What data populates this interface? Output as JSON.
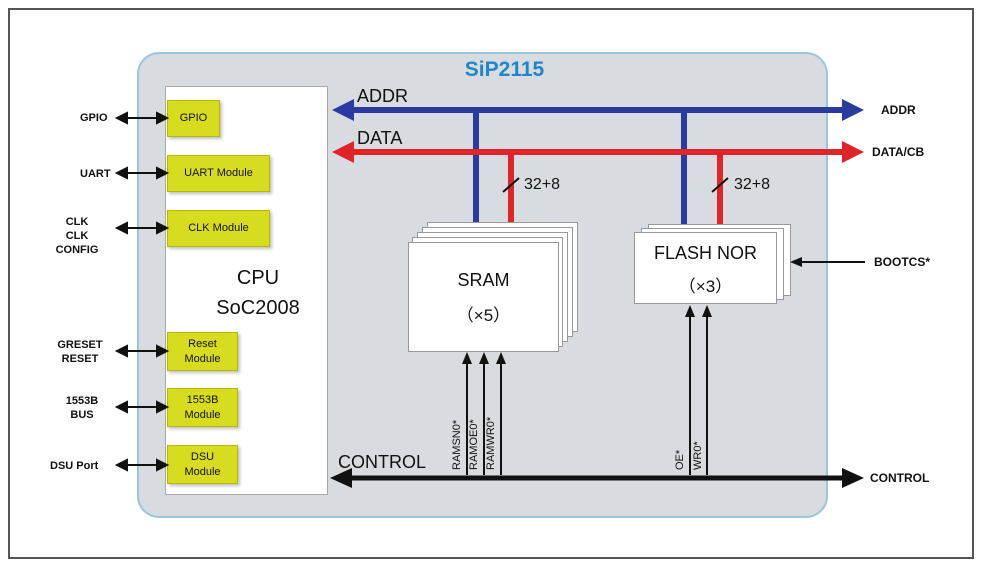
{
  "title": "SiP2115",
  "cpu": {
    "line1": "CPU",
    "line2": "SoC2008"
  },
  "modules": {
    "gpio": "GPIO",
    "uart": "UART Module",
    "clk": "CLK Module",
    "reset_1": "Reset",
    "reset_2": "Module",
    "b1553_1": "1553B",
    "b1553_2": "Module",
    "dsu_1": "DSU",
    "dsu_2": "Module"
  },
  "external_left": {
    "gpio": "GPIO",
    "uart": "UART",
    "clk_1": "CLK",
    "clk_2": "CLK CONFIG",
    "greset_1": "GRESET",
    "greset_2": "RESET",
    "bus_1": "1553B",
    "bus_2": "BUS",
    "dsu": "DSU Port"
  },
  "buses": {
    "addr_internal": "ADDR",
    "data_internal": "DATA",
    "control_internal": "CONTROL",
    "addr_external": "ADDR",
    "data_external": "DATA/CB",
    "control_external": "CONTROL"
  },
  "width_labels": {
    "sram": "32+8",
    "flash": "32+8"
  },
  "sram": {
    "title": "SRAM",
    "count": "（×5）"
  },
  "flash": {
    "title": "FLASH NOR",
    "count": "（×3）"
  },
  "bootcs": "BOOTCS*",
  "sram_signals": [
    "RAMSN0*",
    "RAMOE0*",
    "RAMWR0*"
  ],
  "flash_signals": [
    "OE*",
    "WR0*"
  ],
  "colors": {
    "addr_bus": "#2b3aa0",
    "data_bus": "#e0252a",
    "module_fill": "#d8dc1e",
    "title": "#1f86c8"
  }
}
